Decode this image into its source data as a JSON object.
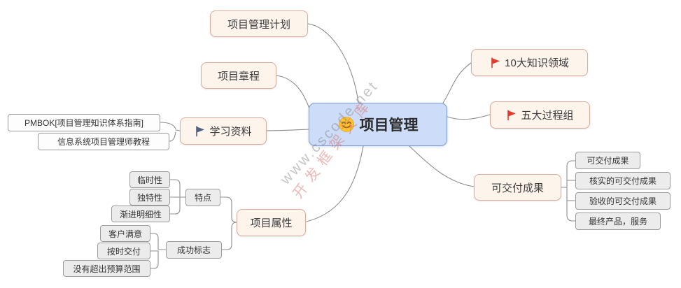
{
  "watermark": {
    "site": "www.cscode.net",
    "brand": "开发框架文库"
  },
  "colors": {
    "central_bg": "#cddcf8",
    "central_border": "#7d9ed2",
    "branch_bg": "#fdf4ec",
    "branch_border": "#dbab9b",
    "leaf_bg": "#ececec",
    "leaf_border": "#9c9c9c",
    "connector_line": "#8c8c8c",
    "flag_red": "#e13b30",
    "flag_blue": "#51607e",
    "emoji_yellow": "#fcc62c"
  },
  "central": {
    "label": "项目管理",
    "icon": "smiling-face-emoji"
  },
  "nodes": {
    "plan": {
      "label": "项目管理计划"
    },
    "charter": {
      "label": "项目章程"
    },
    "materials": {
      "label": "学习资料",
      "icon": "blue-flag"
    },
    "pmbok": {
      "label": "PMBOK[项目管理知识体系指南]"
    },
    "tutorial": {
      "label": "信息系统项目管理师教程"
    },
    "knowledge_areas": {
      "label": "10大知识领域",
      "icon": "red-flag"
    },
    "process_groups": {
      "label": "五大过程组",
      "icon": "red-flag"
    },
    "deliverables": {
      "label": "可交付成果"
    },
    "deliverable_1": {
      "label": "可交付成果"
    },
    "deliverable_2": {
      "label": "核实的可交付成果"
    },
    "deliverable_3": {
      "label": "验收的可交付成果"
    },
    "deliverable_4": {
      "label": "最终产品，服务"
    },
    "attributes": {
      "label": "项目属性"
    },
    "features": {
      "label": "特点"
    },
    "feature_1": {
      "label": "临时性"
    },
    "feature_2": {
      "label": "独特性"
    },
    "feature_3": {
      "label": "渐进明细性"
    },
    "success": {
      "label": "成功标志"
    },
    "success_1": {
      "label": "客户满意"
    },
    "success_2": {
      "label": "按时交付"
    },
    "success_3": {
      "label": "没有超出预算范围"
    }
  }
}
